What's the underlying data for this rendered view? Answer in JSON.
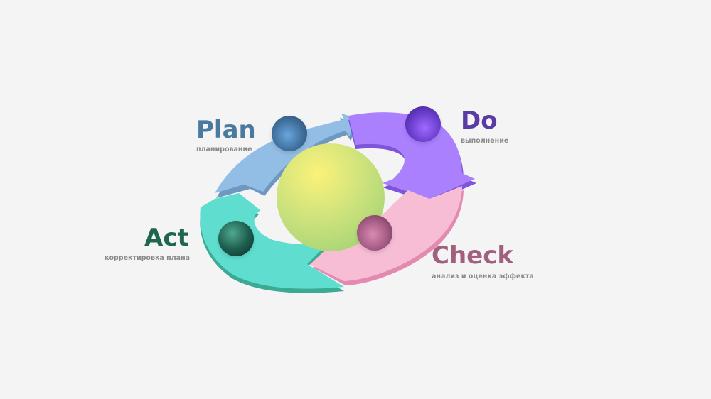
{
  "stages": {
    "plan": {
      "title": "Plan",
      "subtitle": "планирование",
      "color": "#4a7aa0",
      "arrow_color": "#92bde4",
      "ball_color": "#3d6e9a"
    },
    "do": {
      "title": "Do",
      "subtitle": "выполнение",
      "color": "#5a3aa6",
      "arrow_color": "#aa80ff",
      "ball_color": "#6c3fd0"
    },
    "check": {
      "title": "Check",
      "subtitle": "анализ и оценка эффекта",
      "color": "#a0607e",
      "arrow_color": "#f7bdd5",
      "ball_color": "#a85a84"
    },
    "act": {
      "title": "Act",
      "subtitle": "корректировка плана",
      "color": "#1f6650",
      "arrow_color": "#5fded0",
      "ball_color": "#1d5c4c"
    }
  },
  "center": {
    "color": "#cfe57a",
    "icon": "center-sphere"
  }
}
